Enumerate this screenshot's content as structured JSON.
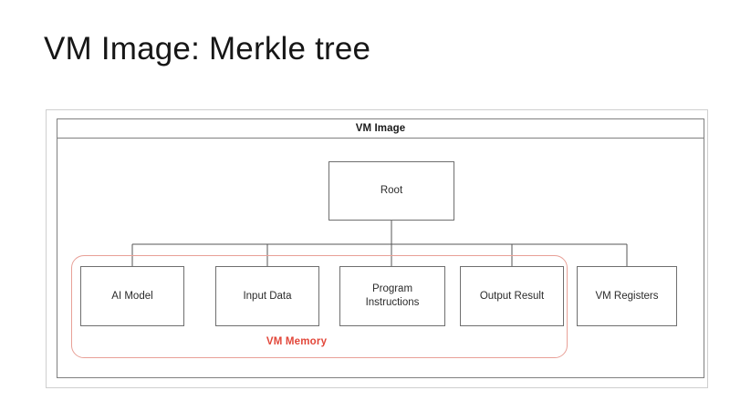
{
  "slide": {
    "title": "VM Image: Merkle tree",
    "background_color": "#ffffff"
  },
  "diagram": {
    "type": "merkle-tree",
    "container_label": "VM Image",
    "root": {
      "label": "Root"
    },
    "leaves": [
      {
        "id": "ai-model",
        "label": "AI Model",
        "in_vm_memory": true
      },
      {
        "id": "input-data",
        "label": "Input Data",
        "in_vm_memory": true
      },
      {
        "id": "program",
        "label_line_1": "Program",
        "label_line_2": "Instructions",
        "in_vm_memory": true
      },
      {
        "id": "output",
        "label": "Output Result",
        "in_vm_memory": true
      },
      {
        "id": "registers",
        "label": "VM Registers",
        "in_vm_memory": false
      }
    ],
    "group": {
      "label": "VM Memory",
      "color": "#e2473a",
      "border_color": "#e8a097"
    },
    "colors": {
      "node_border": "#6f6f6f",
      "container_border": "#808080",
      "frame_border": "#cfcfcf",
      "connector": "#555555",
      "text": "#2b2b2b"
    }
  }
}
